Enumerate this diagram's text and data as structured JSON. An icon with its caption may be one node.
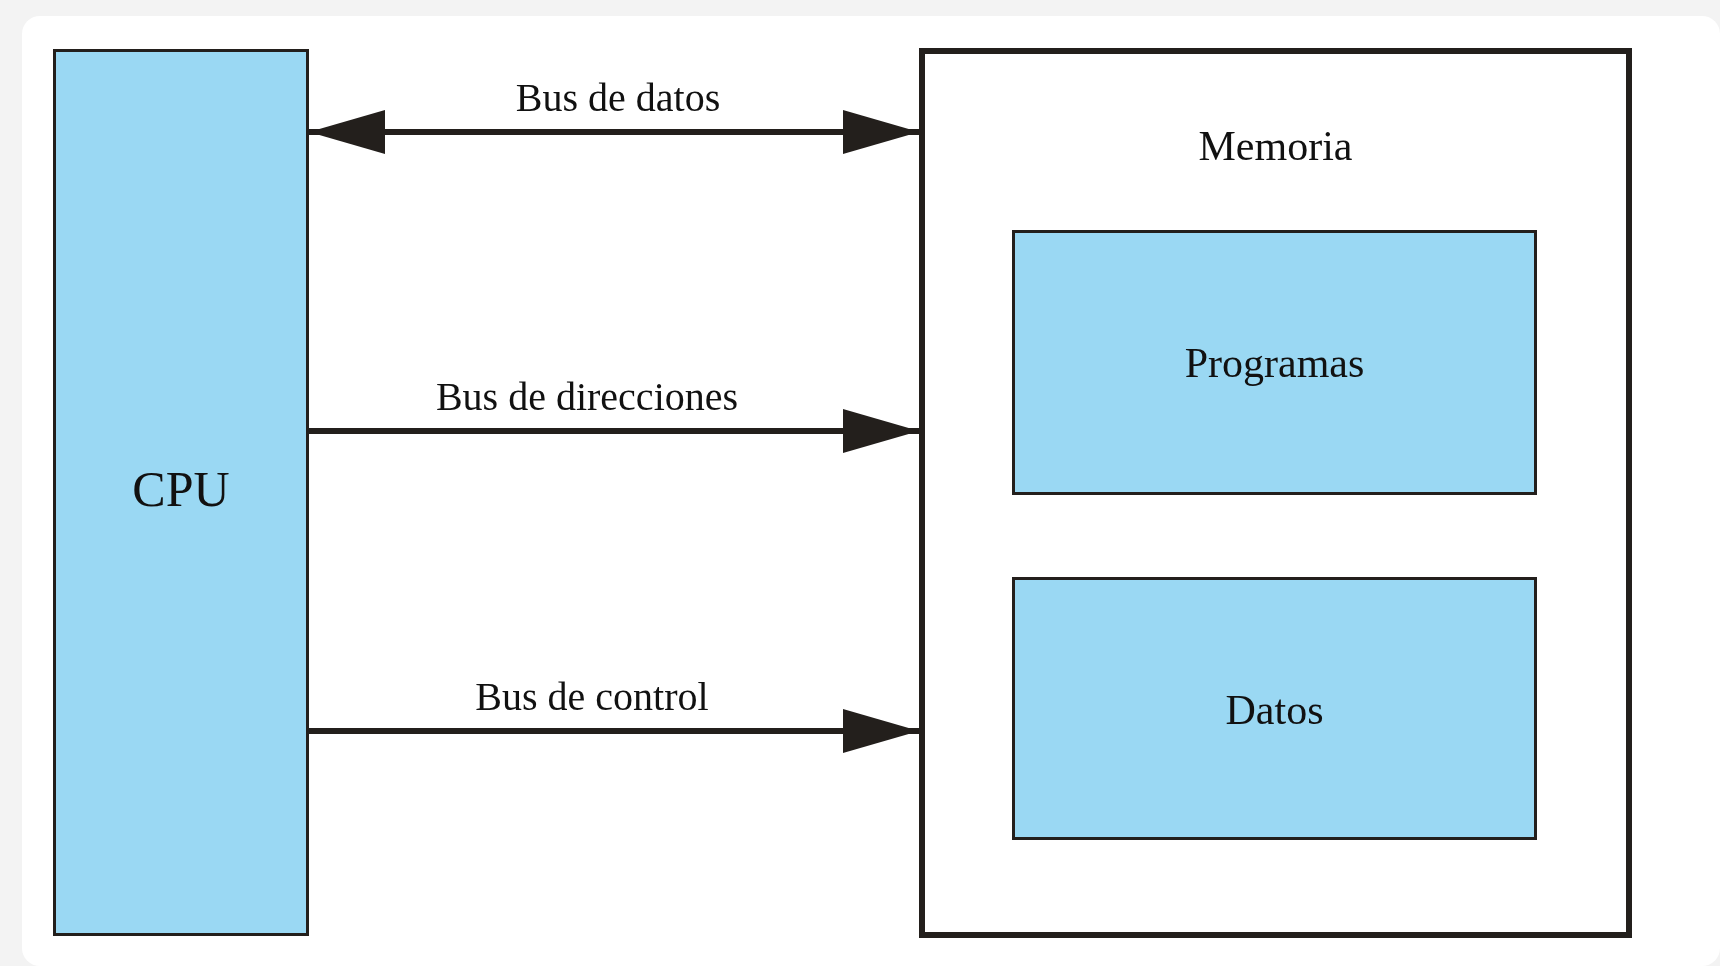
{
  "diagram": {
    "nodes": [
      {
        "text": [
          "CPU"
        ]
      },
      {
        "text": [
          "Memoria"
        ]
      },
      {
        "text": [
          "Programas"
        ],
        "in": 1
      },
      {
        "text": [
          "Datos"
        ],
        "in": 1
      }
    ],
    "edges": [
      {
        "from": 0,
        "to": 1,
        "arrow": "both",
        "label": "Bus de datos"
      },
      {
        "from": 0,
        "to": 1,
        "arrow": "to",
        "label": "Bus de direcciones"
      },
      {
        "from": 0,
        "to": 1,
        "arrow": "to",
        "label": "Bus de control"
      }
    ]
  }
}
